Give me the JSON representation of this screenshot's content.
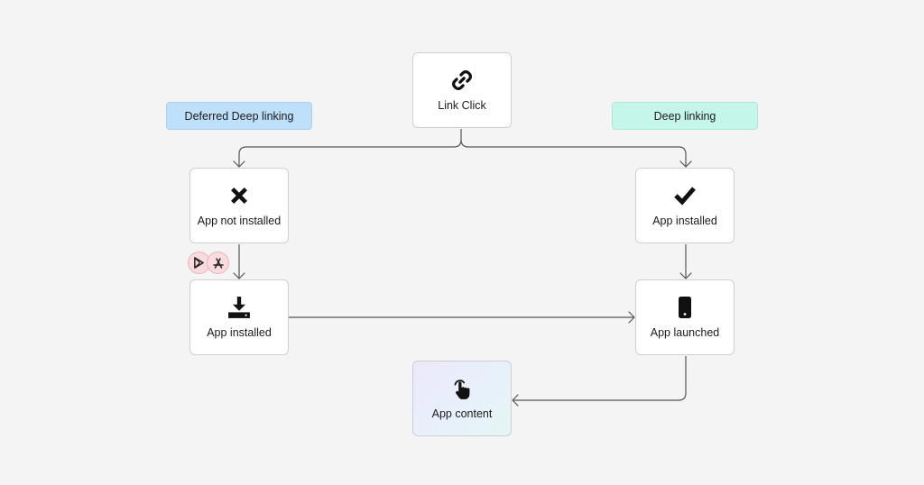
{
  "nodes": {
    "link_click": {
      "label": "Link Click",
      "icon": "link-icon"
    },
    "app_not_installed": {
      "label": "App not installed",
      "icon": "x-mark-icon"
    },
    "app_installed_right": {
      "label": "App installed",
      "icon": "checkmark-icon"
    },
    "app_installed_left": {
      "label": "App installed",
      "icon": "download-icon"
    },
    "app_launched": {
      "label": "App launched",
      "icon": "smartphone-icon"
    },
    "app_content": {
      "label": "App content",
      "icon": "tap-hand-icon"
    }
  },
  "tags": {
    "deferred": {
      "label": "Deferred Deep linking",
      "color": "#bfe0fb"
    },
    "deep": {
      "label": "Deep linking",
      "color": "#c5f6ea"
    }
  },
  "store_badges": [
    {
      "icon": "google-play-icon"
    },
    {
      "icon": "app-store-icon"
    }
  ]
}
